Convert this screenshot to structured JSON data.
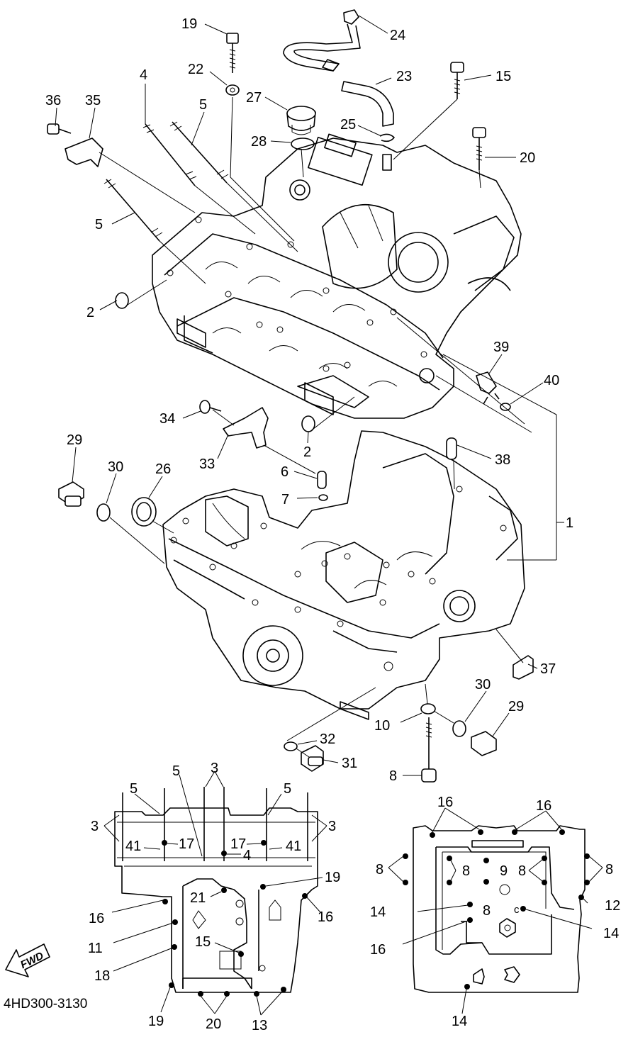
{
  "diagram": {
    "figure_code": "4HD300-3130",
    "direction_label": "FWD",
    "callouts": {
      "c1": "1",
      "c2a": "2",
      "c2b": "2",
      "c4": "4",
      "c5a": "5",
      "c5b": "5",
      "c6": "6",
      "c7": "7",
      "c8": "8",
      "c10": "10",
      "c15": "15",
      "c19": "19",
      "c20": "20",
      "c22": "22",
      "c23": "23",
      "c24": "24",
      "c25": "25",
      "c26": "26",
      "c27": "27",
      "c28": "28",
      "c29a": "29",
      "c29b": "29",
      "c30a": "30",
      "c30b": "30",
      "c31": "31",
      "c32": "32",
      "c33": "33",
      "c34": "34",
      "c35": "35",
      "c36": "36",
      "c37": "37",
      "c38": "38",
      "c39": "39",
      "c40": "40"
    },
    "bottom_left_view": {
      "l3a": "3",
      "l3b": "3",
      "l3c": "3",
      "l4": "4",
      "l5a": "5",
      "l5b": "5",
      "l5c": "5",
      "l11": "11",
      "l13": "13",
      "l15": "15",
      "l16a": "16",
      "l16b": "16",
      "l17a": "17",
      "l17b": "17",
      "l18": "18",
      "l19a": "19",
      "l19b": "19",
      "l20": "20",
      "l21": "21",
      "l41a": "41",
      "l41b": "41"
    },
    "bottom_right_view": {
      "r8a": "8",
      "r8b": "8",
      "r8c": "8",
      "r8d": "8",
      "r8e": "8",
      "r9": "9",
      "r12": "12",
      "r14a": "14",
      "r14b": "14",
      "r14c": "14",
      "r16a": "16",
      "r16b": "16",
      "r16c": "16",
      "r_c": "c"
    }
  }
}
